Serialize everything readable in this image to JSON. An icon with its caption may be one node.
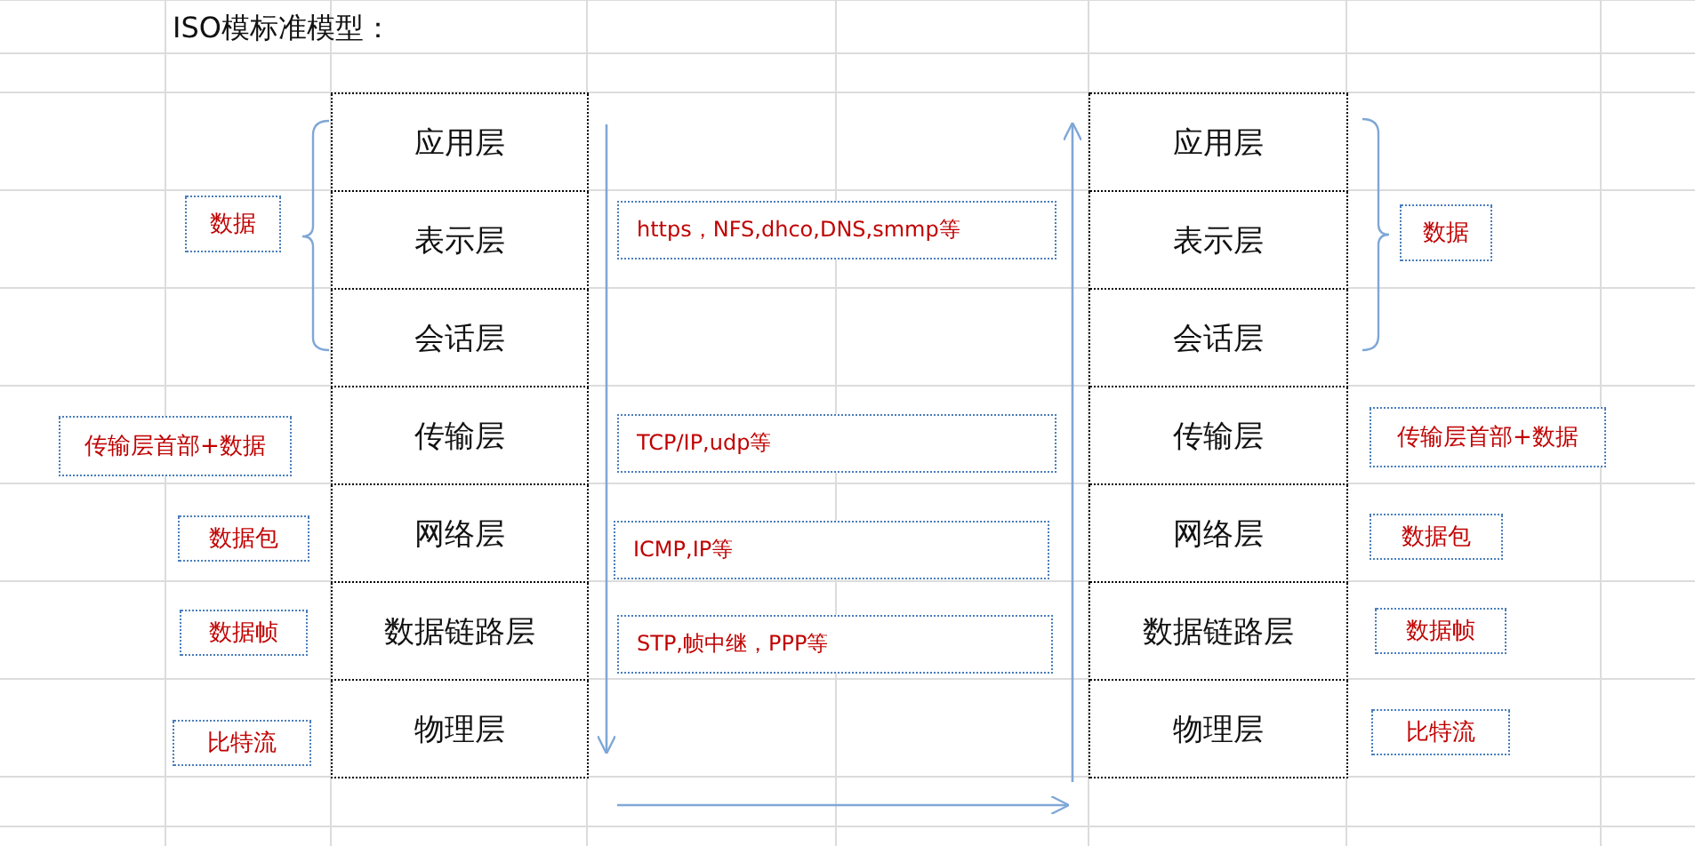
{
  "diagram": {
    "title": "ISO模标准模型：",
    "nodes": [
      {
        "text": [
          "应用层"
        ]
      },
      {
        "text": [
          "表示层"
        ]
      },
      {
        "text": [
          "会话层"
        ]
      },
      {
        "text": [
          "传输层"
        ]
      },
      {
        "text": [
          "网络层"
        ]
      },
      {
        "text": [
          "数据链路层"
        ]
      },
      {
        "text": [
          "物理层"
        ]
      },
      {
        "text": [
          "应用层"
        ]
      },
      {
        "text": [
          "表示层"
        ]
      },
      {
        "text": [
          "会话层"
        ]
      },
      {
        "text": [
          "传输层"
        ]
      },
      {
        "text": [
          "网络层"
        ]
      },
      {
        "text": [
          "数据链路层"
        ]
      },
      {
        "text": [
          "物理层"
        ]
      },
      {
        "text": [
          "数据"
        ]
      },
      {
        "text": [
          "传输层首部+数据"
        ]
      },
      {
        "text": [
          "数据包"
        ]
      },
      {
        "text": [
          "数据帧"
        ]
      },
      {
        "text": [
          "比特流"
        ]
      },
      {
        "text": [
          "https，NFS,dhco,DNS,smmp等"
        ]
      },
      {
        "text": [
          "TCP/IP,udp等"
        ]
      },
      {
        "text": [
          "ICMP,IP等"
        ]
      },
      {
        "text": [
          "STP,帧中继，PPP等"
        ]
      },
      {
        "text": [
          "数据"
        ]
      },
      {
        "text": [
          "传输层首部+数据"
        ]
      },
      {
        "text": [
          "数据包"
        ]
      },
      {
        "text": [
          "数据帧"
        ]
      },
      {
        "text": [
          "比特流"
        ]
      }
    ],
    "edges": []
  }
}
